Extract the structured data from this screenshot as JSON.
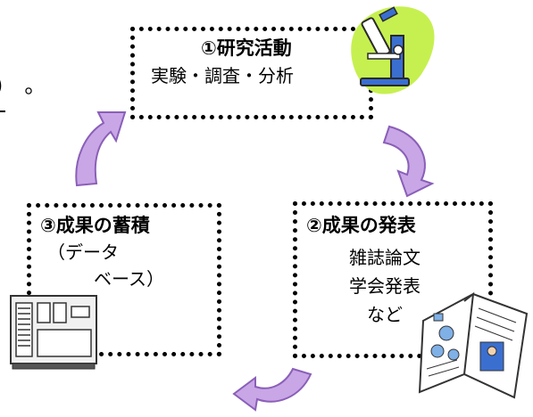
{
  "fragment_text": ")　。",
  "research": {
    "title": "①研究活動",
    "subtitle": "実験・調査・分析",
    "icon": "microscope-icon"
  },
  "publication": {
    "title": "②成果の発表",
    "items": [
      "雑誌論文",
      "学会発表",
      "など"
    ],
    "icon": "journal-icon"
  },
  "accumulation": {
    "title": "③成果の蓄積",
    "line1": "（データ",
    "line2": "ベース）",
    "icon": "server-icon"
  },
  "colors": {
    "arrow_fill": "#c9a6e6",
    "arrow_stroke": "#8a5fb8",
    "blob": "#c6f050"
  }
}
